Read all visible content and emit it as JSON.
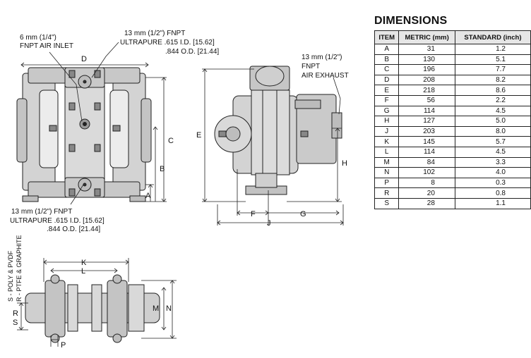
{
  "dimensions": {
    "title": "DIMENSIONS",
    "headers": [
      "ITEM",
      "METRIC (mm)",
      "STANDARD (inch)"
    ],
    "rows": [
      {
        "item": "A",
        "metric": "31",
        "standard": "1.2"
      },
      {
        "item": "B",
        "metric": "130",
        "standard": "5.1"
      },
      {
        "item": "C",
        "metric": "196",
        "standard": "7.7"
      },
      {
        "item": "D",
        "metric": "208",
        "standard": "8.2"
      },
      {
        "item": "E",
        "metric": "218",
        "standard": "8.6"
      },
      {
        "item": "F",
        "metric": "56",
        "standard": "2.2"
      },
      {
        "item": "G",
        "metric": "114",
        "standard": "4.5"
      },
      {
        "item": "H",
        "metric": "127",
        "standard": "5.0"
      },
      {
        "item": "J",
        "metric": "203",
        "standard": "8.0"
      },
      {
        "item": "K",
        "metric": "145",
        "standard": "5.7"
      },
      {
        "item": "L",
        "metric": "114",
        "standard": "4.5"
      },
      {
        "item": "M",
        "metric": "84",
        "standard": "3.3"
      },
      {
        "item": "N",
        "metric": "102",
        "standard": "4.0"
      },
      {
        "item": "P",
        "metric": "8",
        "standard": "0.3"
      },
      {
        "item": "R",
        "metric": "20",
        "standard": "0.8"
      },
      {
        "item": "S",
        "metric": "28",
        "standard": "1.1"
      }
    ]
  },
  "callouts": {
    "air_inlet_1": "6 mm (1/4\")",
    "air_inlet_2": "FNPT AIR INLET",
    "top_port_1": "13 mm (1/2\") FNPT",
    "top_port_2": "ULTRAPURE .615 I.D. [15.62]",
    "top_port_3": ".844 O.D. [21.44]",
    "bottom_port_1": "13 mm (1/2\") FNPT",
    "bottom_port_2": "ULTRAPURE .615 I.D. [15.62]",
    "bottom_port_3": ".844 O.D. [21.44]",
    "exhaust_1": "13 mm (1/2\")",
    "exhaust_2": "FNPT",
    "exhaust_3": "AIR EXHAUST"
  },
  "material_labels": {
    "line1": "S - POLY & PVDF",
    "line2": "R - PTFE & GRAPHITE"
  },
  "dim_letters": {
    "A": "A",
    "B": "B",
    "C": "C",
    "D": "D",
    "E": "E",
    "F": "F",
    "G": "G",
    "H": "H",
    "J": "J",
    "K": "K",
    "L": "L",
    "M": "M",
    "N": "N",
    "P": "P",
    "R": "R",
    "S": "S"
  }
}
